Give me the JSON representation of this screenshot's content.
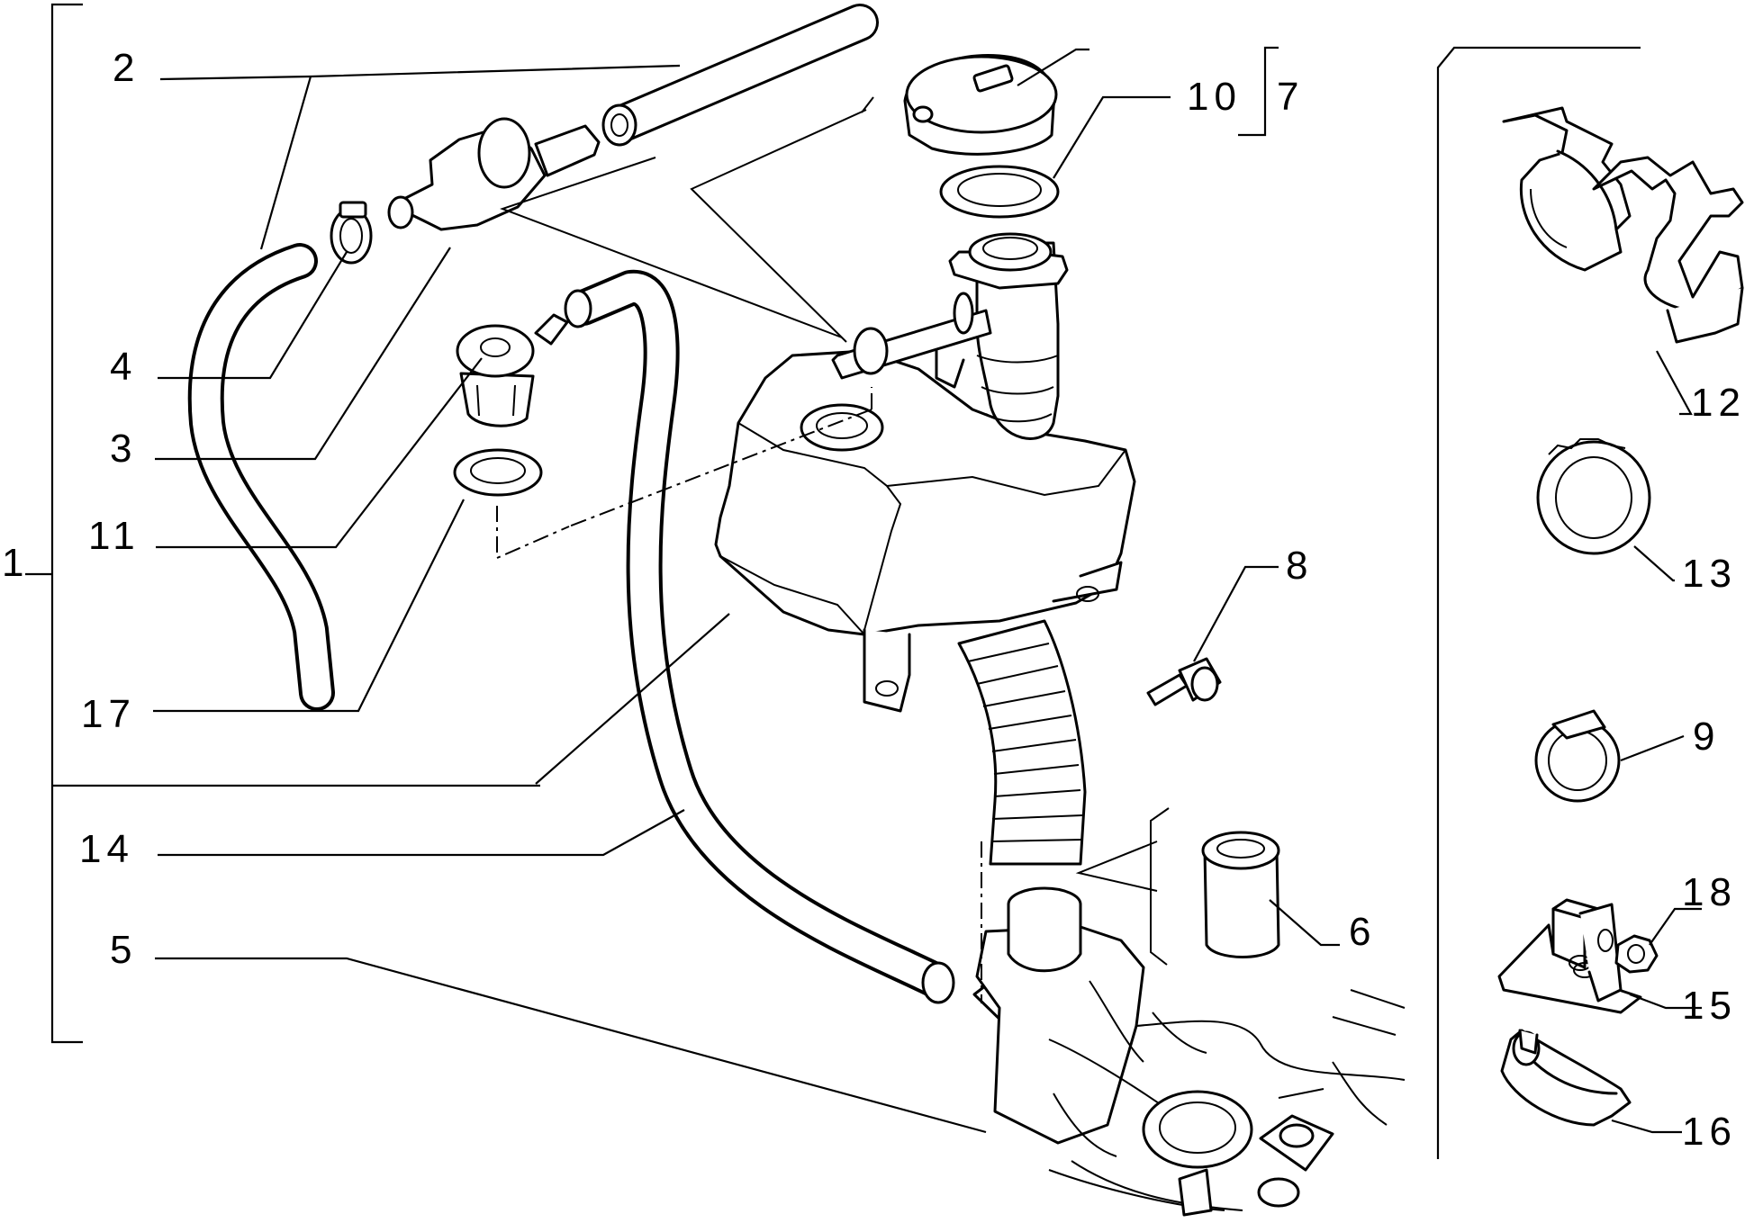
{
  "diagram": {
    "colors": {
      "line": "#000000",
      "background": "#ffffff"
    },
    "callouts": {
      "c1": "1",
      "c2": "2",
      "c3": "3",
      "c4": "4",
      "c5": "5",
      "c6": "6",
      "c7": "7",
      "c8": "8",
      "c9": "9",
      "c10": "10",
      "c11": "11",
      "c12": "12",
      "c13": "13",
      "c14": "14",
      "c15": "15",
      "c16": "16",
      "c17": "17",
      "c18": "18"
    }
  }
}
